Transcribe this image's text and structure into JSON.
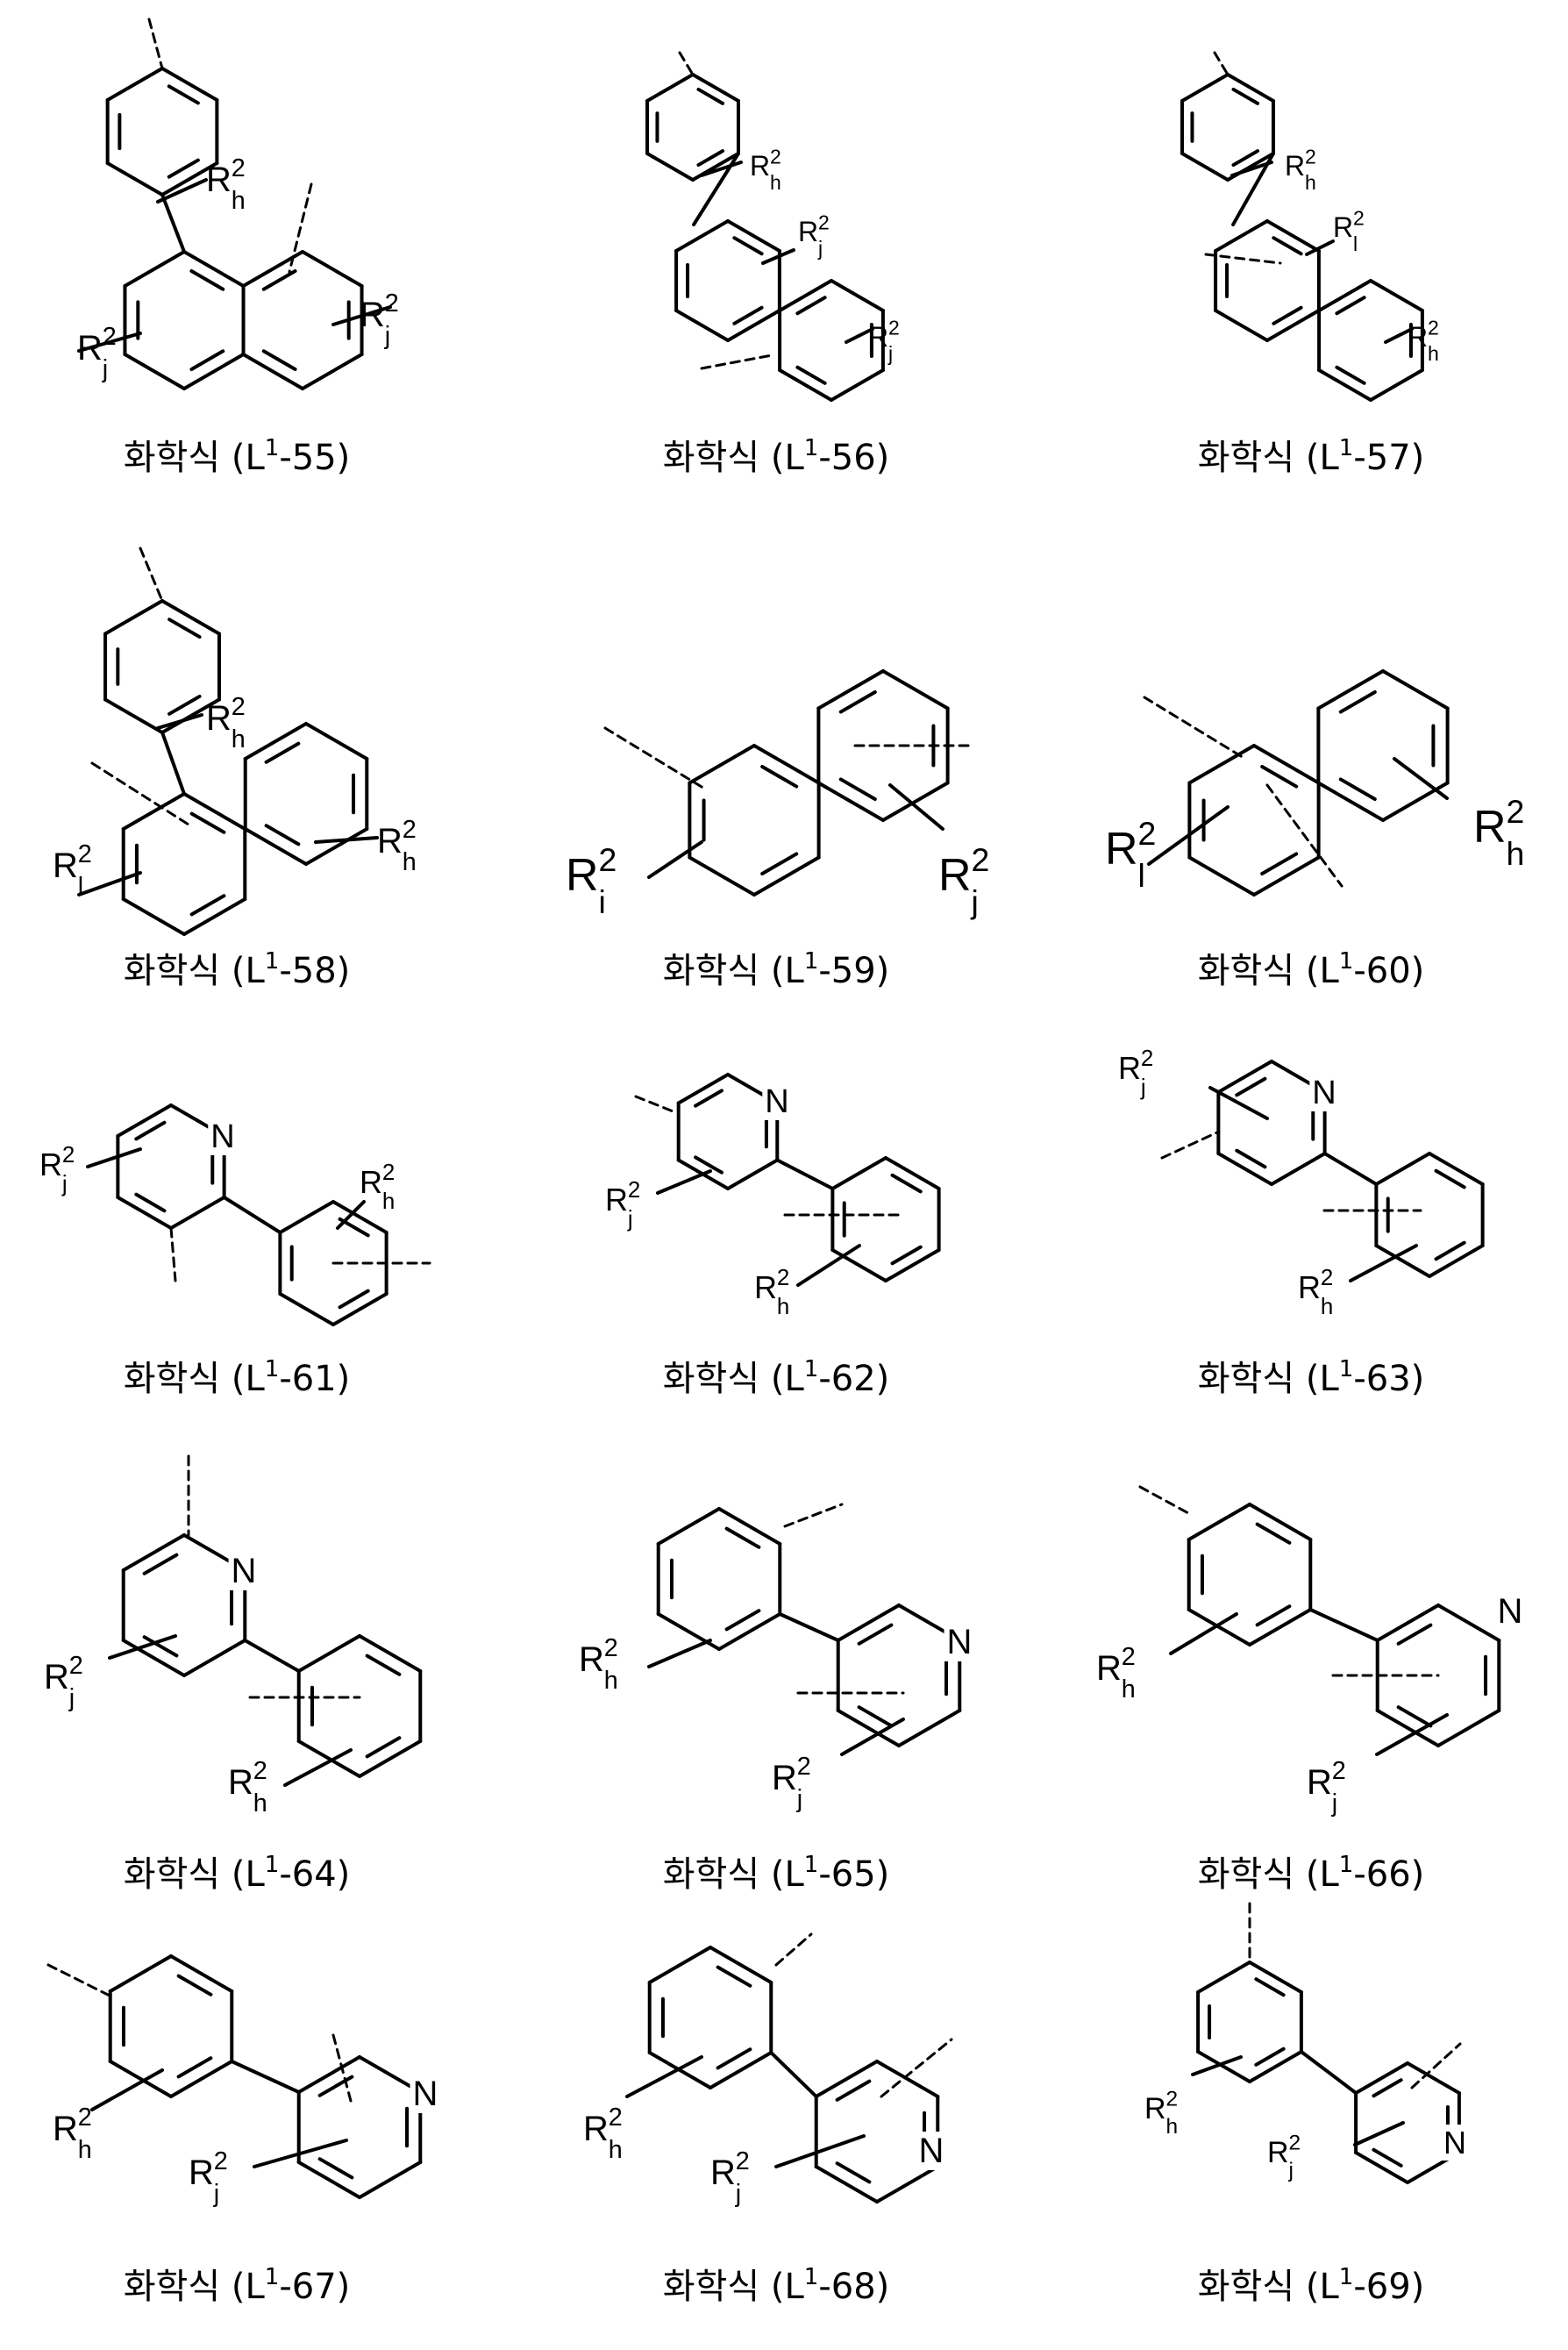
{
  "prefix": "화학식",
  "formulas": [
    {
      "id": "L1-55",
      "pre": "(L",
      "sup": "1",
      "post": "-55)"
    },
    {
      "id": "L1-56",
      "pre": "(L",
      "sup": "1",
      "post": "-56)"
    },
    {
      "id": "L1-57",
      "pre": "(L",
      "sup": "1",
      "post": "-57)"
    },
    {
      "id": "L1-58",
      "pre": "(L",
      "sup": "1",
      "post": "-58)"
    },
    {
      "id": "L1-59",
      "pre": "(L",
      "sup": "1",
      "post": "-59)"
    },
    {
      "id": "L1-60",
      "pre": "(L",
      "sup": "1",
      "post": "-60)"
    },
    {
      "id": "L1-61",
      "pre": "(L",
      "sup": "1",
      "post": "-61)"
    },
    {
      "id": "L1-62",
      "pre": "(L",
      "sup": "1",
      "post": "-62)"
    },
    {
      "id": "L1-63",
      "pre": "(L",
      "sup": "1",
      "post": "-63)"
    },
    {
      "id": "L1-64",
      "pre": "(L",
      "sup": "1",
      "post": "-64)"
    },
    {
      "id": "L1-65",
      "pre": "(L",
      "sup": "1",
      "post": "-65)"
    },
    {
      "id": "L1-66",
      "pre": "(L",
      "sup": "1",
      "post": "-66)"
    },
    {
      "id": "L1-67",
      "pre": "(L",
      "sup": "1",
      "post": "-67)"
    },
    {
      "id": "L1-68",
      "pre": "(L",
      "sup": "1",
      "post": "-68)"
    },
    {
      "id": "L1-69",
      "pre": "(L",
      "sup": "1",
      "post": "-69)"
    }
  ],
  "atoms": {
    "N": "N",
    "R": "R",
    "two": "2",
    "h": "h",
    "j": "j",
    "l": "l",
    "i": "i"
  }
}
